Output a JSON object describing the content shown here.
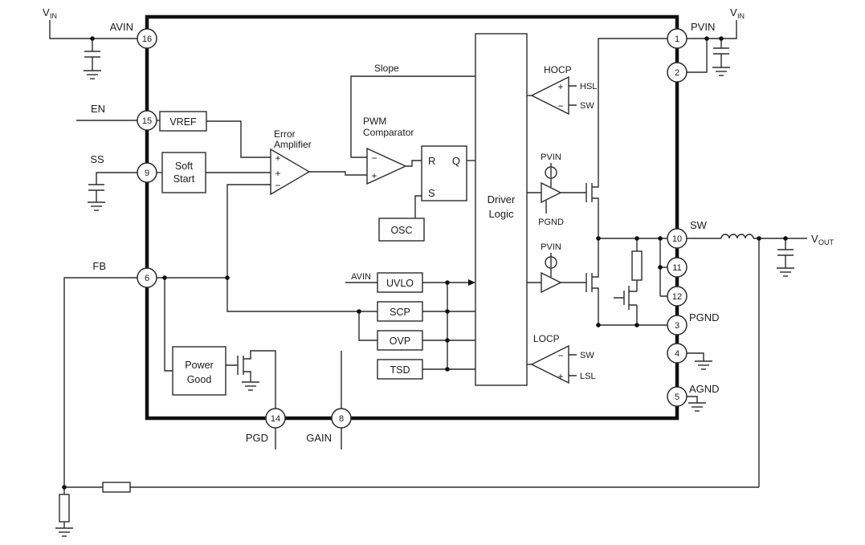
{
  "power_labels": {
    "vin_left": {
      "base": "V",
      "sub": "IN"
    },
    "vin_right": {
      "base": "V",
      "sub": "IN"
    },
    "vout": {
      "base": "V",
      "sub": "OUT"
    }
  },
  "pins": {
    "p16": {
      "num": "16",
      "label": "AVIN"
    },
    "p15": {
      "num": "15",
      "label": "EN"
    },
    "p9": {
      "num": "9",
      "label": "SS"
    },
    "p6": {
      "num": "6",
      "label": "FB"
    },
    "p14": {
      "num": "14",
      "label": "PGD"
    },
    "p8": {
      "num": "8",
      "label": "GAIN"
    },
    "p1": {
      "num": "1",
      "label": "PVIN"
    },
    "p2": {
      "num": "2"
    },
    "p10": {
      "num": "10",
      "label": "SW"
    },
    "p11": {
      "num": "11"
    },
    "p12": {
      "num": "12"
    },
    "p3": {
      "num": "3",
      "label": "PGND"
    },
    "p4": {
      "num": "4"
    },
    "p5": {
      "num": "5",
      "label": "AGND"
    }
  },
  "blocks": {
    "vref": "VREF",
    "soft_start": [
      "Soft",
      "Start"
    ],
    "error_amp": {
      "label": [
        "Error",
        "Amplifier"
      ],
      "signs": [
        "+",
        "+",
        "−"
      ]
    },
    "pwm": {
      "label": [
        "PWM",
        "Comparator"
      ],
      "signs": [
        "−",
        "+"
      ]
    },
    "slope": "Slope",
    "flipflop": {
      "r": "R",
      "s": "S",
      "q": "Q"
    },
    "osc": "OSC",
    "driver": [
      "Driver",
      "Logic"
    ],
    "avin_sense": "AVIN",
    "uvlo": "UVLO",
    "scp": "SCP",
    "ovp": "OVP",
    "tsd": "TSD",
    "power_good": [
      "Power",
      "Good"
    ],
    "hocp": {
      "label": "HOCP",
      "signs": [
        "+",
        "−"
      ],
      "inputs": [
        "HSL",
        "SW"
      ]
    },
    "locp": {
      "label": "LOCP",
      "signs": [
        "−",
        "+"
      ],
      "inputs": [
        "SW",
        "LSL"
      ]
    },
    "hs_bias": {
      "supply": "PVIN",
      "return": "PGND"
    },
    "ls_bias": {
      "supply": "PVIN"
    }
  }
}
